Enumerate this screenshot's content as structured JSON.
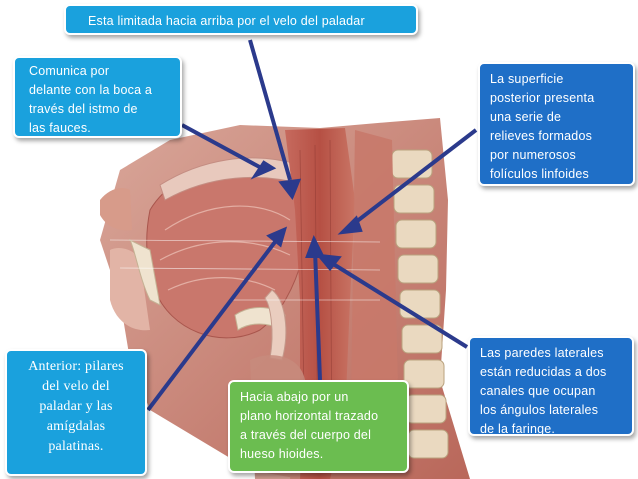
{
  "slide": {
    "boxes": {
      "top": "Esta limitada hacia arriba por el velo del paladar",
      "left": "Comunica por\ndelante con la boca a\ntravés del istmo de\nlas fauces.",
      "right": "La superficie\nposterior presenta\nuna serie de\nrelieves formados\npor numerosos\nfolículos linfoides",
      "lateral": "Las paredes laterales\nestán reducidas a dos\ncanales que ocupan\nlos ángulos laterales\nde la faringe.",
      "anterior": "Anterior: pilares\ndel velo del\npaladar y las\namígdalas\npalatinas.",
      "bottom": "Hacia abajo por un\nplano horizontal trazado\na través del cuerpo del\nhueso hioides."
    },
    "colors": {
      "cyan": "#1aa1dd",
      "blue": "#1f6fc7",
      "green": "#6bbd50",
      "arrow": "#2b3a8c"
    }
  }
}
